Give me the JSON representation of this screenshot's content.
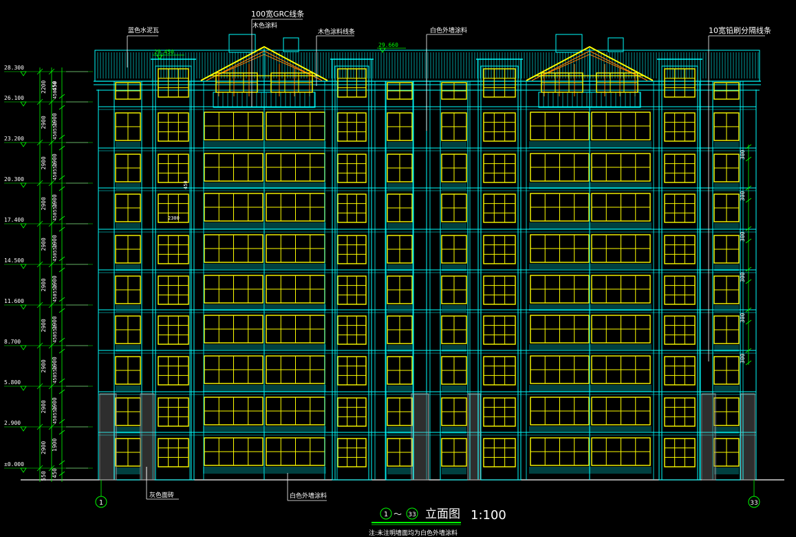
{
  "annotations": {
    "grc_band": "100宽GRC线条",
    "wood_paint": "木色涂料",
    "wood_paint_band": "木色涂料线条",
    "blue_tile": "蓝色水泥瓦",
    "white_paint_top": "白色外墙涂料",
    "steel_band": "10宽铅刷分隔线条",
    "grey_brick": "灰色面砖",
    "white_paint_bottom": "白色外墙涂料"
  },
  "roof_levels": {
    "left": "29.450",
    "mid": "29.660"
  },
  "inner_labels": {
    "window_sill": "2300",
    "side": "450"
  },
  "elevations": [
    "28.300",
    "26.100",
    "23.200",
    "20.300",
    "17.400",
    "14.500",
    "11.600",
    "8.700",
    "5.800",
    "2.900",
    "±0.000"
  ],
  "dims_outer": [
    "2200",
    "2900",
    "2900",
    "2900",
    "2900",
    "2900",
    "2900",
    "2900",
    "2900",
    "2900",
    "550"
  ],
  "dims_inner": [
    "450",
    "1900",
    "1900",
    "1900",
    "1900",
    "1900",
    "1900",
    "1900",
    "1900",
    "1900",
    "450"
  ],
  "dims_inner_small": [
    "450550",
    "450550",
    "450550",
    "450550",
    "450550",
    "450550",
    "450550",
    "450550",
    "450550"
  ],
  "right_dims": [
    "300",
    "300",
    "300",
    "300",
    "300",
    "300"
  ],
  "axis": {
    "left": "1",
    "right": "33"
  },
  "title": {
    "from": "1",
    "tilde": "～",
    "to": "33",
    "name": "立面图",
    "scale": "1:100"
  },
  "note": "注:未注明墙面均为白色外墙涂料",
  "colors": {
    "background": "#000000",
    "structure": "#00ffff",
    "window": "#ffff00",
    "dimension": "#00ff00",
    "text": "#ffffff",
    "wood": "#ff8000",
    "grey": "#9a9a9a"
  }
}
